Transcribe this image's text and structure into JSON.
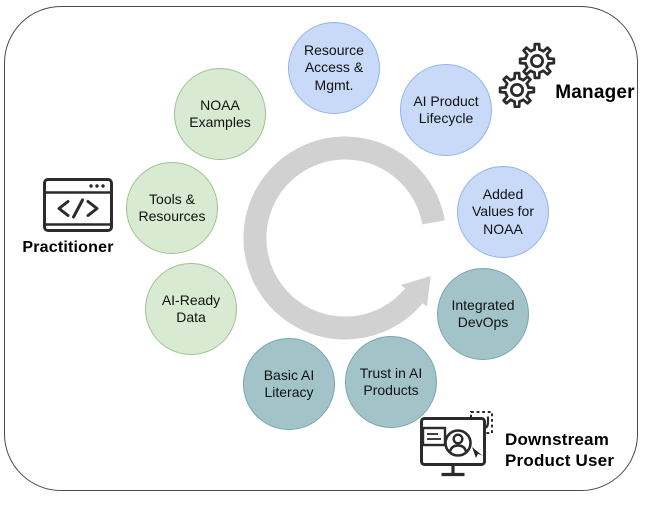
{
  "diagram": {
    "description": "Cycle diagram of AI literacy topics with three personas",
    "bubbles": [
      {
        "label": "Resource Access & Mgmt.",
        "group": "manager",
        "fill": "#c9daf8",
        "border": "#92b3f0"
      },
      {
        "label": "AI Product Lifecycle",
        "group": "manager",
        "fill": "#c9daf8",
        "border": "#92b3f0"
      },
      {
        "label": "Added Values for NOAA",
        "group": "manager",
        "fill": "#c9daf8",
        "border": "#92b3f0"
      },
      {
        "label": "Integrated DevOps",
        "group": "downstream-product-user",
        "fill": "#a2c4c9",
        "border": "#76a5af"
      },
      {
        "label": "Trust in AI Products",
        "group": "downstream-product-user",
        "fill": "#a2c4c9",
        "border": "#76a5af"
      },
      {
        "label": "Basic AI Literacy",
        "group": "downstream-product-user",
        "fill": "#a2c4c9",
        "border": "#76a5af"
      },
      {
        "label": "AI-Ready Data",
        "group": "practitioner",
        "fill": "#d9ead3",
        "border": "#9dc28f"
      },
      {
        "label": "Tools & Resources",
        "group": "practitioner",
        "fill": "#d9ead3",
        "border": "#9dc28f"
      },
      {
        "label": "NOAA Examples",
        "group": "practitioner",
        "fill": "#d9ead3",
        "border": "#9dc28f"
      }
    ],
    "personas": {
      "manager": {
        "label": "Manager",
        "icon": "gears-icon"
      },
      "practitioner": {
        "label": "Practitioner",
        "icon": "code-window-icon"
      },
      "downstream": {
        "label": "Downstream Product User",
        "icon": "monitor-user-icon"
      }
    },
    "cycle_arrow_color": "#d1d1d1"
  }
}
